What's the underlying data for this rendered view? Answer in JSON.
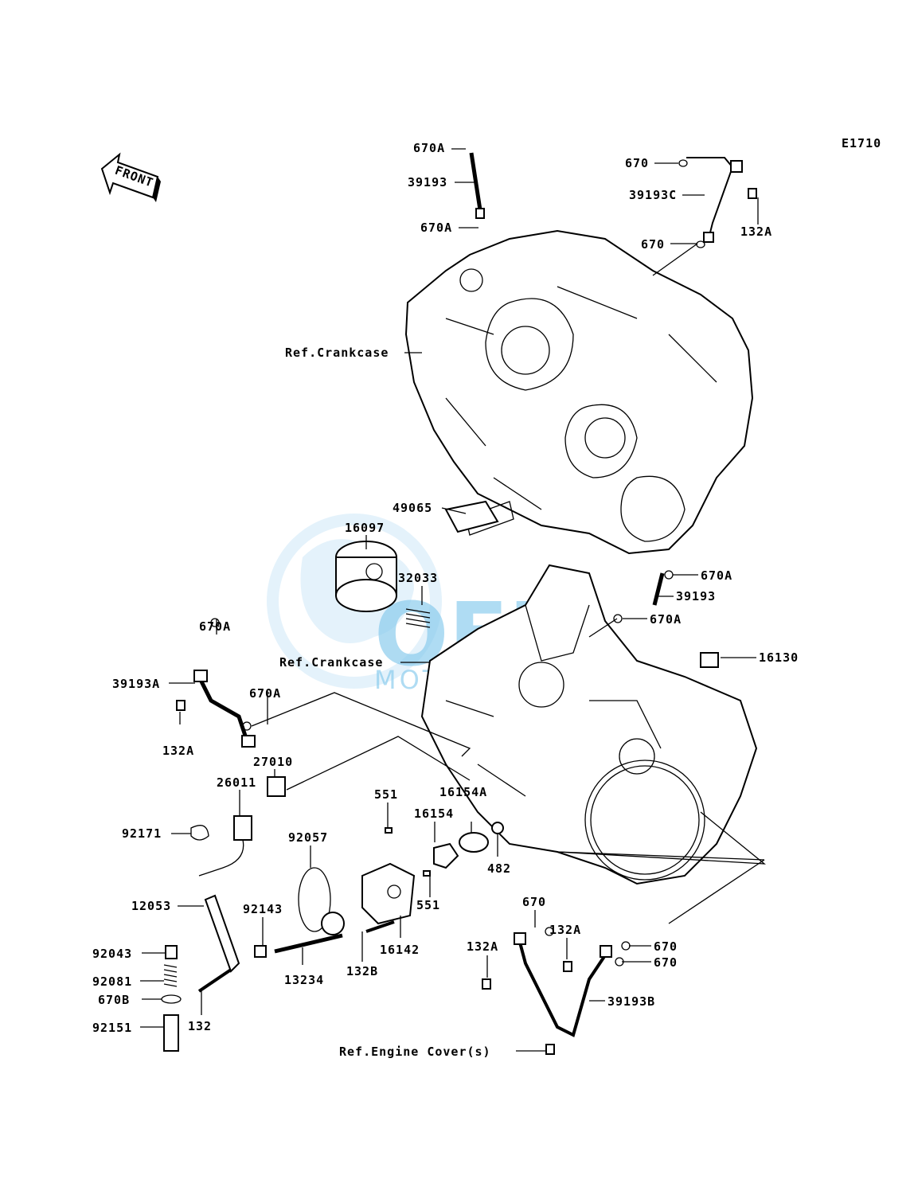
{
  "diagram": {
    "code": "E1710",
    "front_label": "FRONT",
    "watermark": {
      "main": "OEM",
      "sub": "MOTORPARTS",
      "colors": {
        "primary": "#2ea3e0",
        "light": "#cfe9f8"
      }
    },
    "labels": [
      "670A",
      "39193",
      "670A",
      "670",
      "39193C",
      "132A",
      "670",
      "Ref.Crankcase",
      "49065",
      "16097",
      "32033",
      "670A",
      "39193",
      "670A",
      "670A",
      "39193A",
      "Ref.Crankcase",
      "16130",
      "670A",
      "132A",
      "27010",
      "26011",
      "551",
      "16154A",
      "92171",
      "16154",
      "92057",
      "482",
      "551",
      "12053",
      "92143",
      "670",
      "132A",
      "132A",
      "670",
      "670",
      "92043",
      "13234",
      "132B",
      "16142",
      "92081",
      "670B",
      "132",
      "39193B",
      "92151",
      "Ref.Engine Cover(s)"
    ]
  }
}
